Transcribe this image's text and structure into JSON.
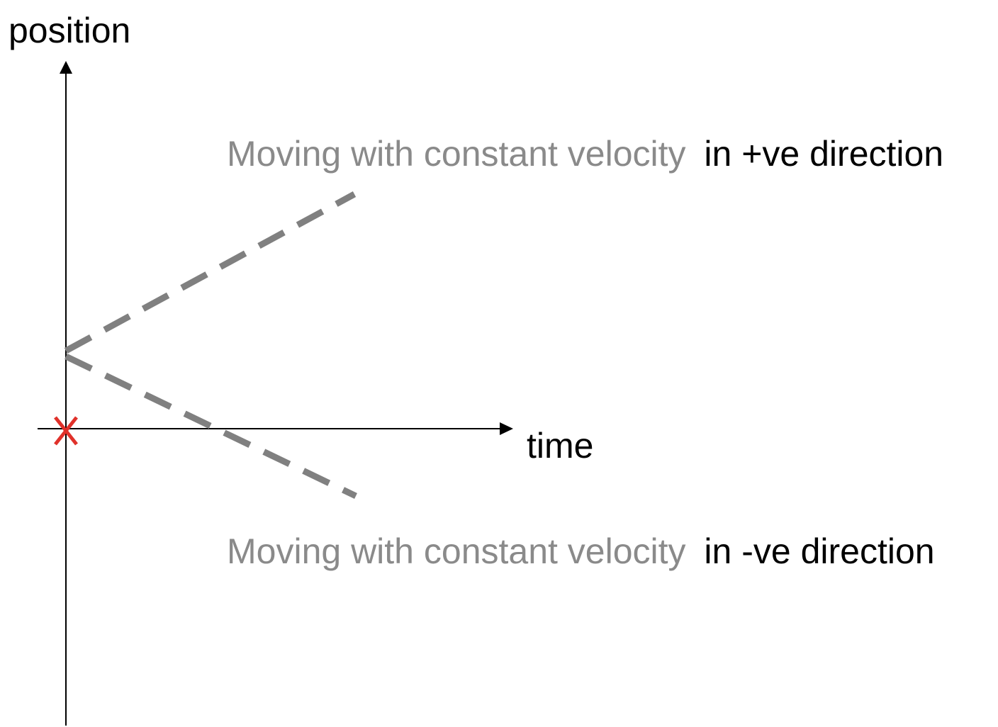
{
  "axes": {
    "y_label": "position",
    "x_label": "time"
  },
  "lines": [
    {
      "name": "positive",
      "caption_grey": "Moving with constant velocity",
      "caption_black": "in +ve direction"
    },
    {
      "name": "negative",
      "caption_grey": "Moving with constant velocity",
      "caption_black": "in -ve direction"
    }
  ],
  "origin_marker": {
    "shape": "cross",
    "color": "#e0312a"
  },
  "colors": {
    "axis": "#000000",
    "dashed_line": "#808080",
    "caption_grey": "#8a8a8a",
    "caption_black": "#000000"
  }
}
